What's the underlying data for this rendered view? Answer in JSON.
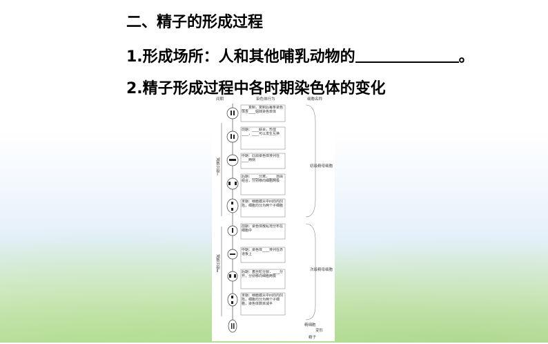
{
  "heading": "二、精子的形成过程",
  "q1": {
    "prefix": "1.形成场所：人和其他哺乳动物的",
    "suffix": "。"
  },
  "q2": "2.精子形成过程中各时期染色体的变化",
  "figure": {
    "top_left": "间期",
    "top_mid": "染色体行为",
    "top_right": "细胞名称",
    "side_meiosis1": "减数分裂Ⅰ",
    "side_meiosis2": "减数分裂Ⅱ",
    "cell_primary": "初级精母细胞",
    "cell_secondary": "次级精母细胞",
    "cell_sperm_cell": "精细胞",
    "cell_change": "变形",
    "cell_sperm": "精子",
    "interphase": "____复制，复制后每条染色体含____姐妹染色单体",
    "prophase1": "前期：____联会，形成____，____可以发生互换",
    "metaphase1": "中期：同源染色体排列在____两侧",
    "anaphase1": "后期：____分离，____自由组合，分别移向细胞两极",
    "telophase1": "末期：细胞膜从中间向内凹陷，细胞均分为两个子细胞",
    "prophase2": "前期：染色体散乱地分布在细胞中",
    "metaphase2": "中期：染色体____排列在赤道板上",
    "anaphase2": "后期：着丝粒分裂，____分开，分别移向细胞两极",
    "telophase2": "末期：细胞膜从中间向内凹陷，细胞均分为两个子细胞，染色体数目减半"
  }
}
